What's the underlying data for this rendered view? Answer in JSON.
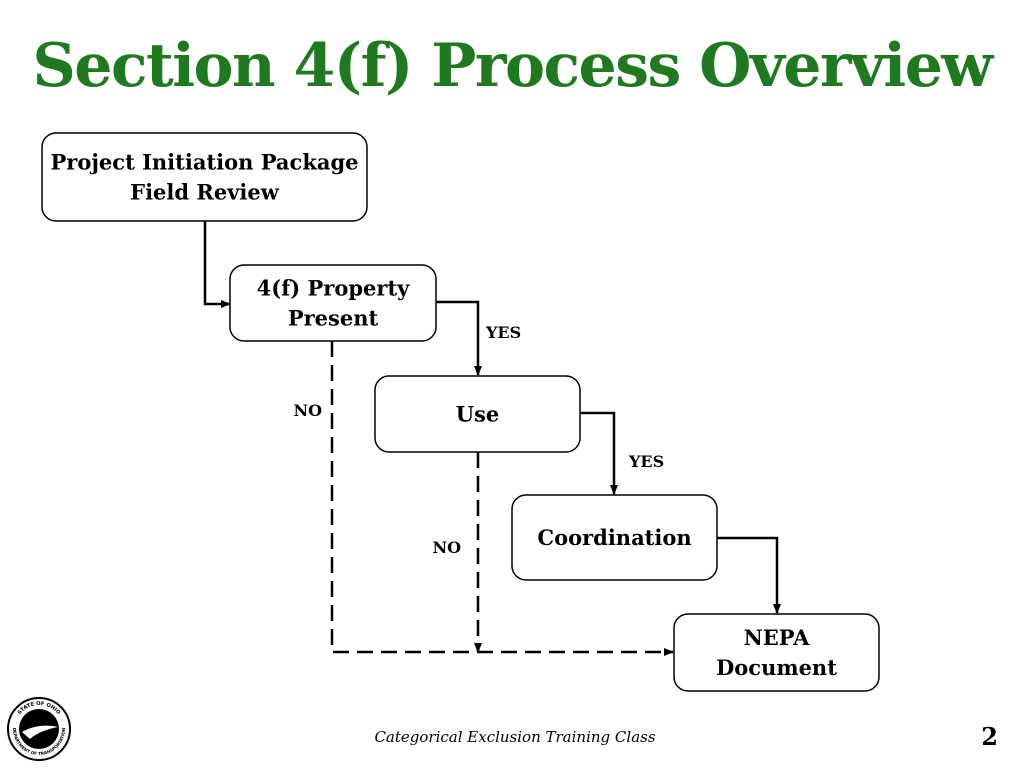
{
  "title": "Section 4(f) Process Overview",
  "colors": {
    "title": "#1f7a1f",
    "box_border": "#000000",
    "line": "#000000"
  },
  "nodes": [
    {
      "id": "initiation",
      "lines": [
        "Project Initiation Package",
        "Field Review"
      ]
    },
    {
      "id": "property",
      "lines": [
        "4(f) Property",
        "Present"
      ]
    },
    {
      "id": "use",
      "lines": [
        "Use"
      ]
    },
    {
      "id": "coordination",
      "lines": [
        "Coordination"
      ]
    },
    {
      "id": "nepa",
      "lines": [
        "NEPA",
        "Document"
      ]
    }
  ],
  "edges": [
    {
      "from": "initiation",
      "to": "property",
      "label": "",
      "style": "solid"
    },
    {
      "from": "property",
      "to": "use",
      "label": "YES",
      "style": "solid"
    },
    {
      "from": "use",
      "to": "coordination",
      "label": "YES",
      "style": "solid"
    },
    {
      "from": "coordination",
      "to": "nepa",
      "label": "",
      "style": "solid"
    },
    {
      "from": "property",
      "to": "nepa",
      "label": "NO",
      "style": "dashed"
    },
    {
      "from": "use",
      "to": "nepa",
      "label": "NO",
      "style": "dashed"
    }
  ],
  "footer": "Categorical Exclusion Training Class",
  "page_number": "2",
  "logo": {
    "icon": "ohio-dot-seal-icon",
    "ring_top": "STATE OF OHIO",
    "ring_bottom": "DEPARTMENT OF TRANSPORTATION"
  }
}
